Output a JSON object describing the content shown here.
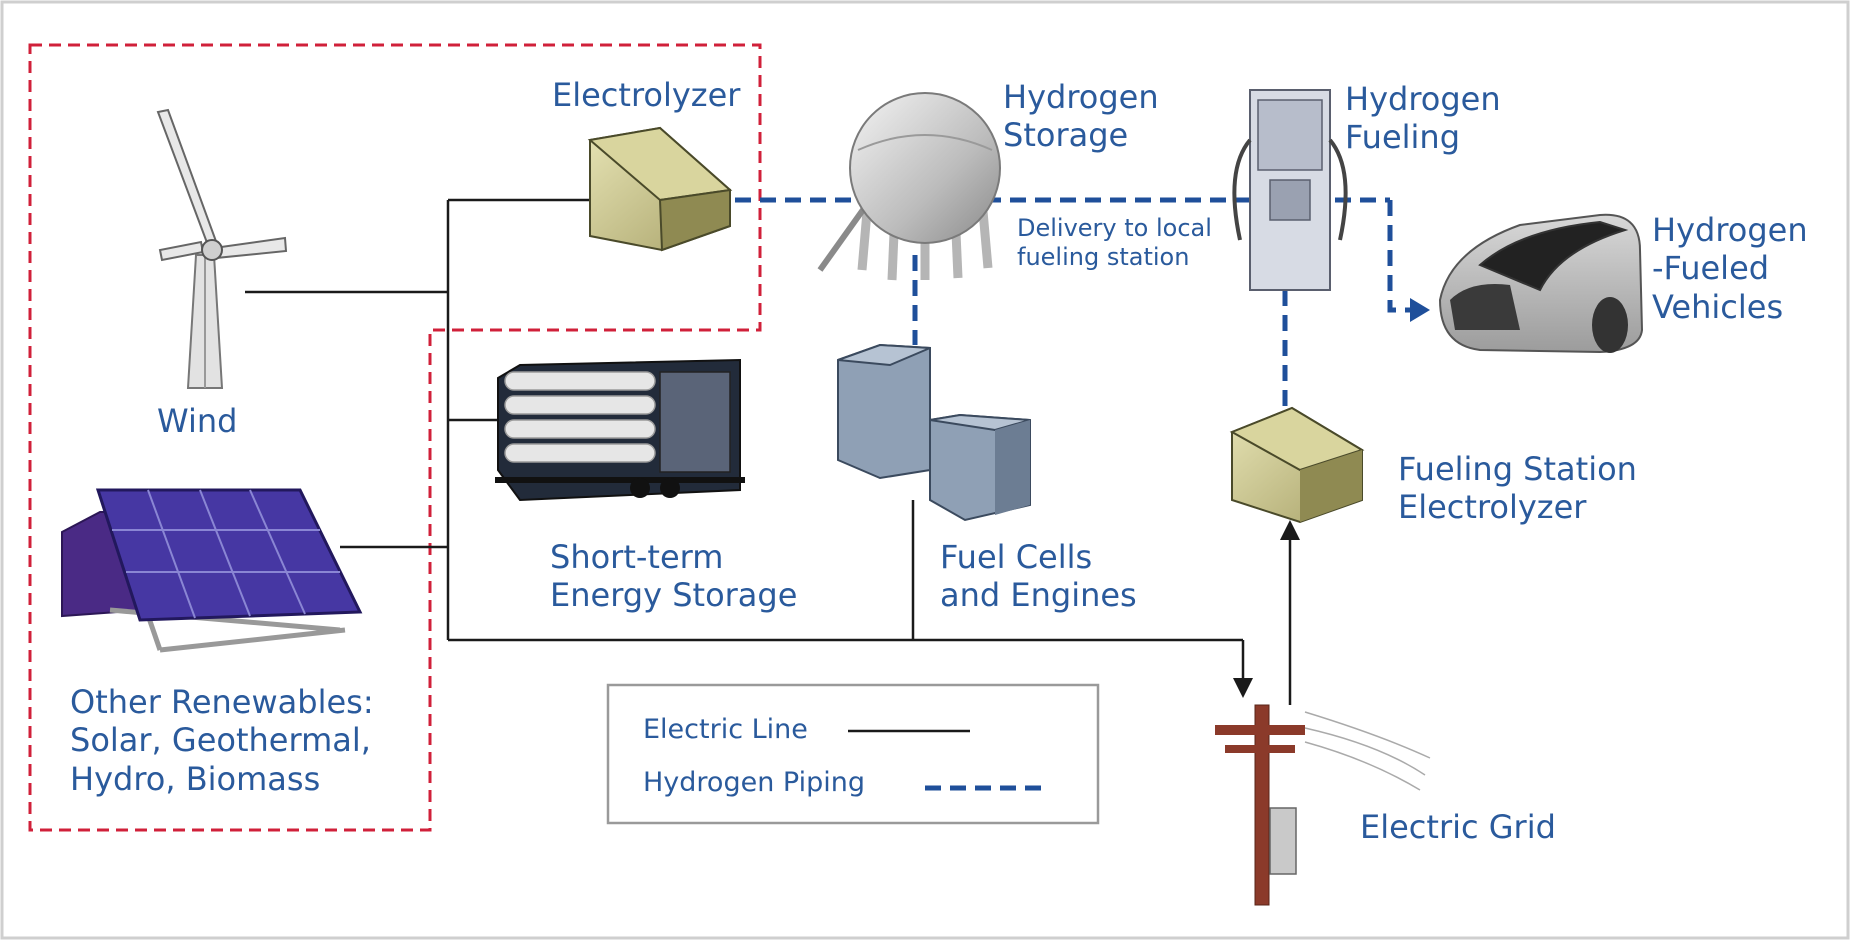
{
  "components": {
    "wind": {
      "label": "Wind"
    },
    "electrolyzer": {
      "label": "Electrolyzer"
    },
    "hydrogen_storage": {
      "lines": [
        "Hydrogen",
        "Storage"
      ]
    },
    "hydrogen_fueling": {
      "lines": [
        "Hydrogen",
        "Fueling"
      ]
    },
    "vehicles": {
      "lines": [
        "Hydrogen",
        "-Fueled",
        "Vehicles"
      ]
    },
    "delivery_note": {
      "lines": [
        "Delivery to local",
        "fueling station"
      ]
    },
    "short_term_storage": {
      "lines": [
        "Short-term",
        "Energy Storage"
      ]
    },
    "fuel_cells": {
      "lines": [
        "Fuel Cells",
        "and Engines"
      ]
    },
    "station_electrolyzer": {
      "lines": [
        "Fueling Station",
        "Electrolyzer"
      ]
    },
    "other_renewables": {
      "lines": [
        "Other Renewables:",
        "Solar, Geothermal,",
        "Hydro, Biomass"
      ]
    },
    "electric_grid": {
      "label": "Electric Grid"
    }
  },
  "legend": {
    "electric_line": "Electric Line",
    "hydrogen_piping": "Hydrogen Piping"
  },
  "colors": {
    "label": "#2a5a9c",
    "electric_line": "#1a1a1a",
    "hydrogen_pipe": "#1f4f9a",
    "boundary": "#d0203a"
  }
}
